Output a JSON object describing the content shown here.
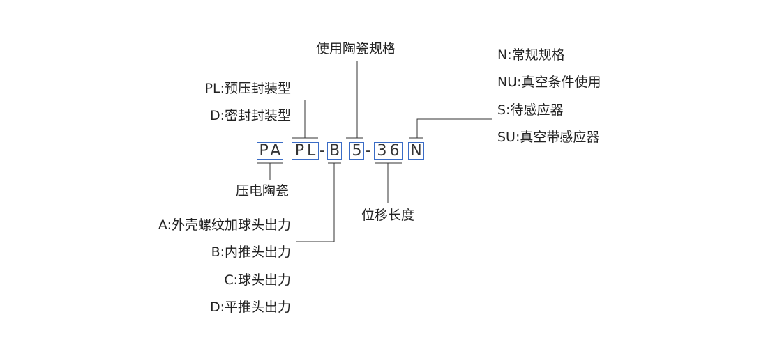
{
  "code": {
    "segments": [
      "PA",
      "PL",
      "B",
      "5",
      "36",
      "N"
    ],
    "dash1": "-",
    "dash2": "-"
  },
  "labels": {
    "spec_title": "使用陶瓷规格",
    "pl_option": "PL:预压封装型",
    "d_option": "D:密封封装型",
    "pa_meaning": "压电陶瓷",
    "disp_meaning": "位移长度",
    "force_a": "A:外壳螺纹加球头出力",
    "force_b": "B:内推头出力",
    "force_c": "C:球头出力",
    "force_d": "D:平推头出力",
    "n_option": "N:常规规格",
    "nu_option": "NU:真空条件使用",
    "s_option": "S:待感应器",
    "su_option": "SU:真空带感应器"
  },
  "colors": {
    "box_border": "#3a6cc6",
    "line": "#333333",
    "text": "#222222"
  }
}
